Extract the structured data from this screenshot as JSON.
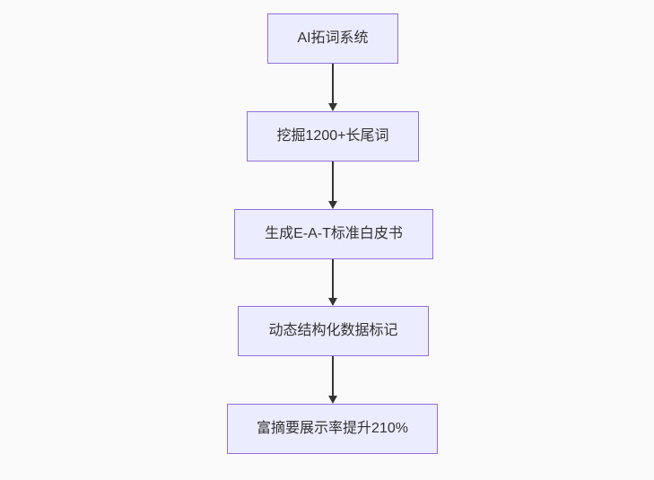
{
  "diagram_type": "flowchart",
  "direction": "top-down",
  "nodes": [
    {
      "id": "1",
      "label": "AI拓词系统"
    },
    {
      "id": "2",
      "label": "挖掘1200+长尾词"
    },
    {
      "id": "3",
      "label": "生成E-A-T标准白皮书"
    },
    {
      "id": "4",
      "label": "动态结构化数据标记"
    },
    {
      "id": "5",
      "label": "富摘要展示率提升210%"
    }
  ],
  "edges": [
    {
      "from": "AI拓词系统",
      "to": "挖掘1200+长尾词",
      "style": "arrow-down"
    },
    {
      "from": "挖掘1200+长尾词",
      "to": "生成E-A-T标准白皮书",
      "style": "arrow-down"
    },
    {
      "from": "生成E-A-T标准白皮书",
      "to": "动态结构化数据标记",
      "style": "arrow-down"
    },
    {
      "from": "动态结构化数据标记",
      "to": "富摘要展示率提升210%",
      "style": "arrow-down"
    }
  ],
  "colors": {
    "node_fill": "#ECECFF",
    "node_border": "#9370DB",
    "arrow": "#333333",
    "text": "#333333",
    "background": "#fafafa"
  }
}
